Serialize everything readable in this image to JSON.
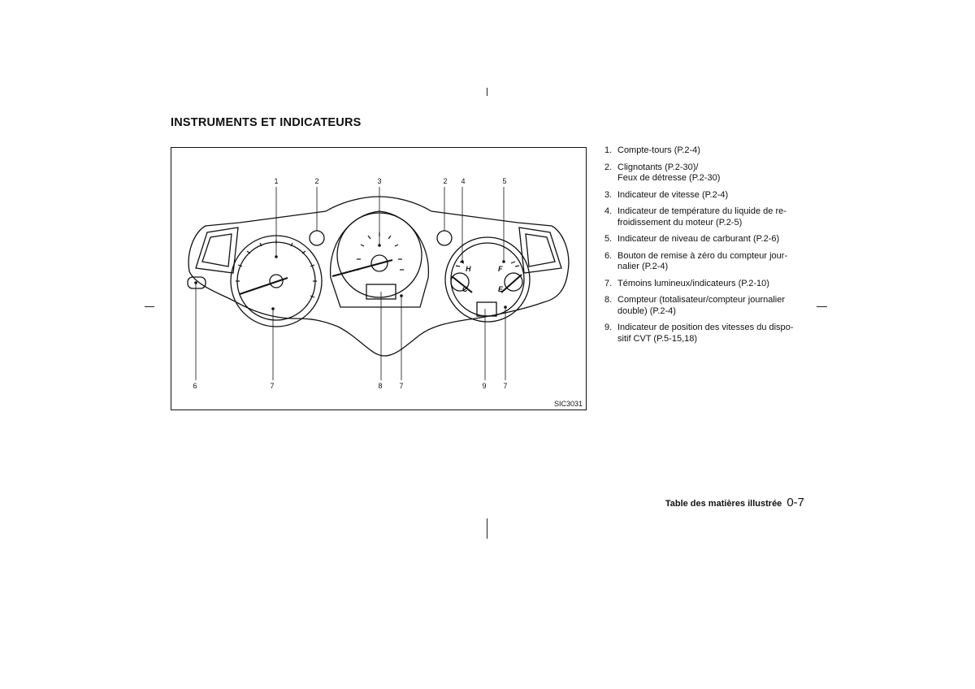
{
  "title": "INSTRUMENTS ET INDICATEURS",
  "figure": {
    "code": "SIC3031",
    "callouts": [
      {
        "label": "1"
      },
      {
        "label": "2"
      },
      {
        "label": "3"
      },
      {
        "label": "2"
      },
      {
        "label": "4"
      },
      {
        "label": "5"
      },
      {
        "label": "6"
      },
      {
        "label": "7"
      },
      {
        "label": "8"
      },
      {
        "label": "7"
      },
      {
        "label": "9"
      },
      {
        "label": "7"
      }
    ],
    "gauge_letters": {
      "hot": "H",
      "cold": "C",
      "full": "F",
      "empty": "E"
    }
  },
  "legend": [
    {
      "num": "1.",
      "lines": [
        "Compte-tours (P.2-4)"
      ]
    },
    {
      "num": "2.",
      "lines": [
        "Clignotants (P.2-30)/",
        "Feux de détresse (P.2-30)"
      ]
    },
    {
      "num": "3.",
      "lines": [
        "Indicateur de vitesse (P.2-4)"
      ]
    },
    {
      "num": "4.",
      "lines": [
        "Indicateur de température du liquide de re-",
        "froidissement du moteur (P.2-5)"
      ]
    },
    {
      "num": "5.",
      "lines": [
        "Indicateur de niveau de carburant (P.2-6)"
      ]
    },
    {
      "num": "6.",
      "lines": [
        "Bouton de remise à zéro du compteur jour-",
        "nalier (P.2-4)"
      ]
    },
    {
      "num": "7.",
      "lines": [
        "Témoins lumineux/indicateurs (P.2-10)"
      ]
    },
    {
      "num": "8.",
      "lines": [
        "Compteur (totalisateur/compteur journalier",
        "double) (P.2-4)"
      ]
    },
    {
      "num": "9.",
      "lines": [
        "Indicateur de position des vitesses du dispo-",
        "sitif CVT (P.5-15,18)"
      ]
    }
  ],
  "footer": {
    "section": "Table des matières illustrée",
    "page": "0-7"
  }
}
